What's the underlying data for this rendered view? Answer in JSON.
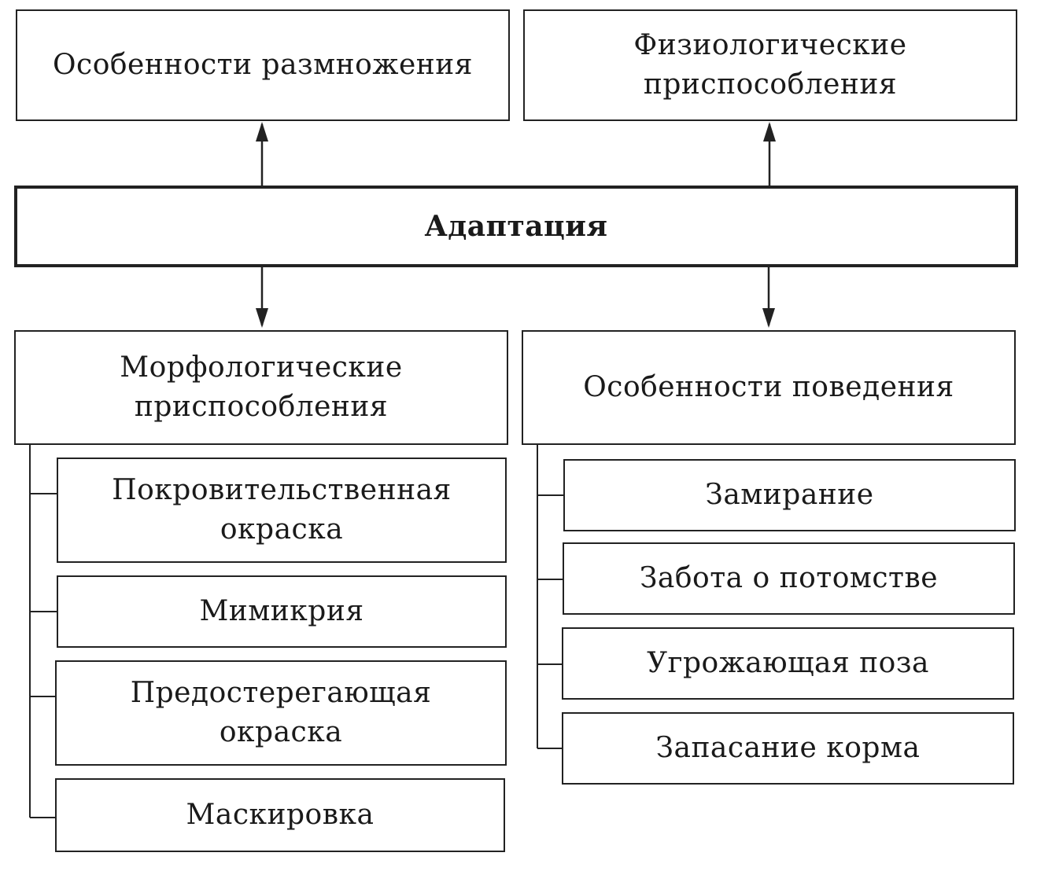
{
  "center": {
    "label": "Адаптация"
  },
  "top": [
    {
      "lines": [
        "Особенности размножения"
      ]
    },
    {
      "lines": [
        "Физиологические",
        "приспособления"
      ]
    }
  ],
  "groups": [
    {
      "title": [
        "Морфологические",
        "приспособления"
      ],
      "items": [
        {
          "lines": [
            "Покровительственная",
            "окраска"
          ]
        },
        {
          "lines": [
            "Мимикрия"
          ]
        },
        {
          "lines": [
            "Предостерегающая",
            "окраска"
          ]
        },
        {
          "lines": [
            "Маскировка"
          ]
        }
      ]
    },
    {
      "title": [
        "Особенности поведения"
      ],
      "items": [
        {
          "lines": [
            "Замирание"
          ]
        },
        {
          "lines": [
            "Забота о потомстве"
          ]
        },
        {
          "lines": [
            "Угрожающая поза"
          ]
        },
        {
          "lines": [
            "Запасание корма"
          ]
        }
      ]
    }
  ]
}
